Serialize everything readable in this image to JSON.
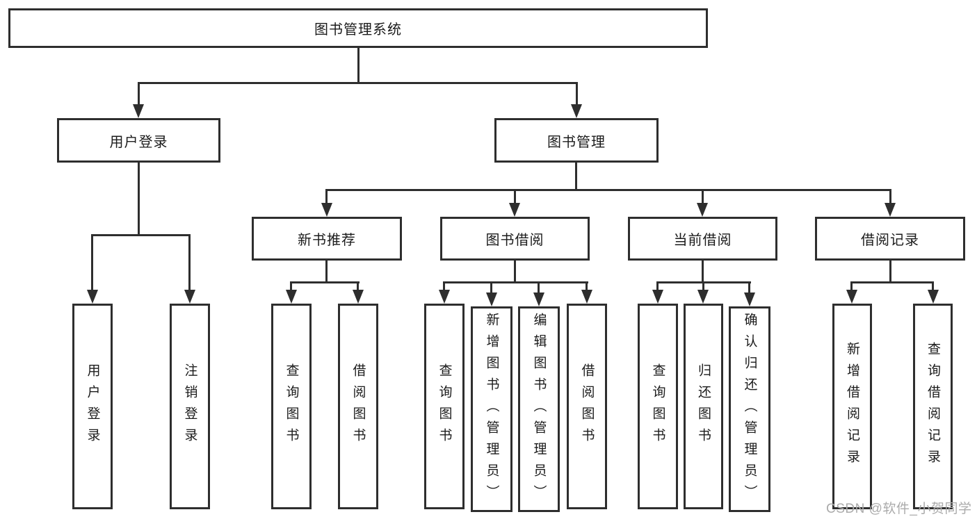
{
  "diagram": {
    "root": {
      "label": "图书管理系统"
    },
    "level2": {
      "user_login": {
        "label": "用户登录"
      },
      "book_mgmt": {
        "label": "图书管理"
      }
    },
    "level3": {
      "new_book_rec": {
        "label": "新书推荐"
      },
      "book_borrow": {
        "label": "图书借阅"
      },
      "current_borrow": {
        "label": "当前借阅"
      },
      "borrow_records": {
        "label": "借阅记录"
      }
    },
    "leaves": {
      "user_login": [
        "用户登录",
        "注销登录"
      ],
      "new_book_rec": [
        "查询图书",
        "借阅图书"
      ],
      "book_borrow": [
        "查询图书",
        "新增图书（管理员）",
        "编辑图书（管理员）",
        "借阅图书"
      ],
      "current_borrow": [
        "查询图书",
        "归还图书",
        "确认归还（管理员）"
      ],
      "borrow_records": [
        "新增借阅记录",
        "查询借阅记录"
      ]
    }
  },
  "watermark": {
    "text": "CSDN @软件_小贺同学"
  },
  "colors": {
    "line": "#2e2e2e",
    "text": "#1b1b1b",
    "background": "#ffffff",
    "watermark": "#ababab"
  }
}
